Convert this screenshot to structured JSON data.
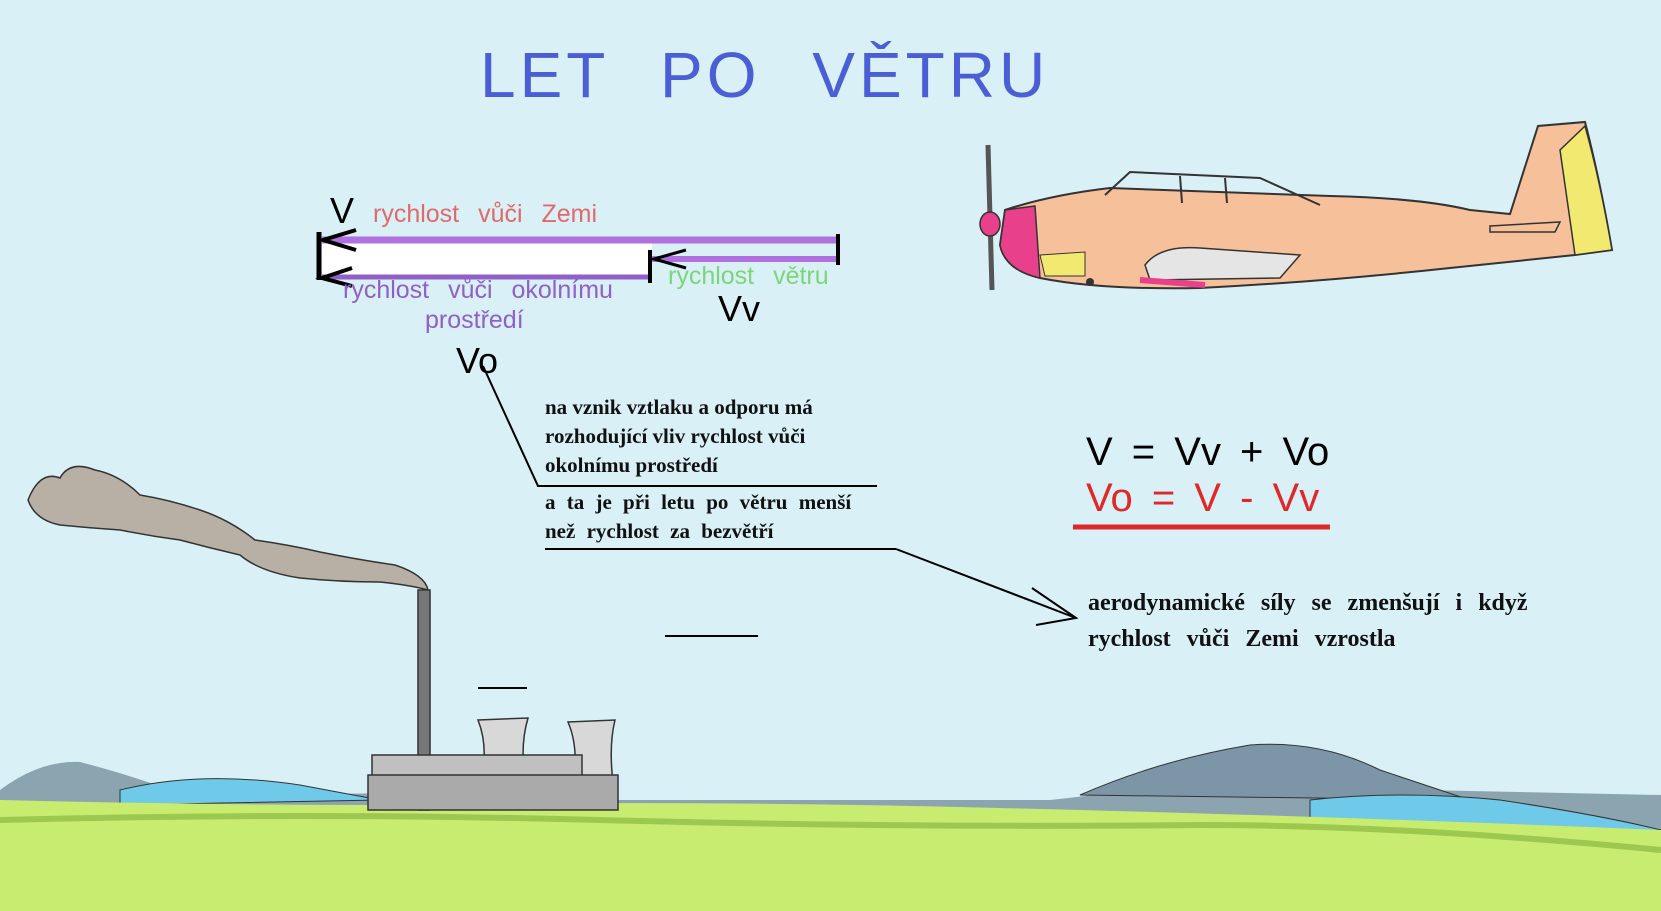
{
  "title": "LET   PO   VĚTRU",
  "labels": {
    "ground_speed": "rychlost  vůči  Zemi",
    "air_speed_line1": "rychlost  vůči  okolnímu",
    "air_speed_line2": "prostředí",
    "wind_speed": "rychlost  větru",
    "v": "V",
    "vv": "Vv",
    "vo": "Vo"
  },
  "notes": {
    "note1": [
      "na vznik vztlaku a odporu má",
      "rozhodující vliv rychlost vůči",
      "okolnímu prostředí"
    ],
    "note2": [
      "a ta je při letu po větru menší",
      "než rychlost za bezvětří"
    ],
    "note3": [
      "aerodynamické síly se zmenšují i když",
      "rychlost vůči Zemi vzrostla"
    ]
  },
  "equations": {
    "eq1": "V = Vv + Vo",
    "eq2": "Vo = V - Vv"
  },
  "colors": {
    "sky": "#d9f0f6",
    "title": "#4a5fd6",
    "ground_speed": "#e06a6a",
    "air_speed": "#9060c8",
    "wind_speed": "#7bd67b",
    "eq_red": "#e02828",
    "grass": "#c8ec70",
    "water": "#6fc9e8",
    "plane_body": "#f5c09a",
    "plane_yellow": "#f2ea70",
    "plane_pink": "#e8408a"
  }
}
